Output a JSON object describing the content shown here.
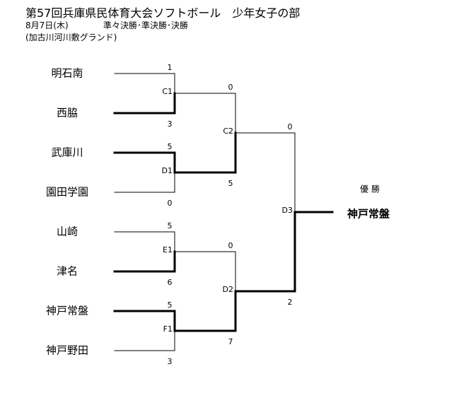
{
  "header": {
    "title": "第57回兵庫県民体育大会ソフトボール　少年女子の部",
    "date": "8月7日(木)",
    "rounds": "準々決勝･準決勝･決勝",
    "venue": "(加古川河川敷グランド)"
  },
  "teams": [
    "明石南",
    "西脇",
    "武庫川",
    "園田学園",
    "山崎",
    "津名",
    "神戸常盤",
    "神戸野田"
  ],
  "quarterfinals": [
    {
      "id": "C1",
      "scores": [
        "1",
        "3"
      ],
      "winner": 1
    },
    {
      "id": "D1",
      "scores": [
        "5",
        "0"
      ],
      "winner": 0
    },
    {
      "id": "E1",
      "scores": [
        "5",
        "6"
      ],
      "winner": 1
    },
    {
      "id": "F1",
      "scores": [
        "5",
        "3"
      ],
      "winner": 0
    }
  ],
  "semifinals": [
    {
      "id": "C2",
      "scores": [
        "0",
        "5"
      ],
      "winner": 1
    },
    {
      "id": "D2",
      "scores": [
        "0",
        "7"
      ],
      "winner": 1
    }
  ],
  "final": {
    "id": "D3",
    "scores": [
      "0",
      "2"
    ],
    "winner": 1
  },
  "result": {
    "label": "優勝",
    "champion": "神戸常盤"
  },
  "colors": {
    "line": "#000000",
    "background": "#ffffff"
  }
}
